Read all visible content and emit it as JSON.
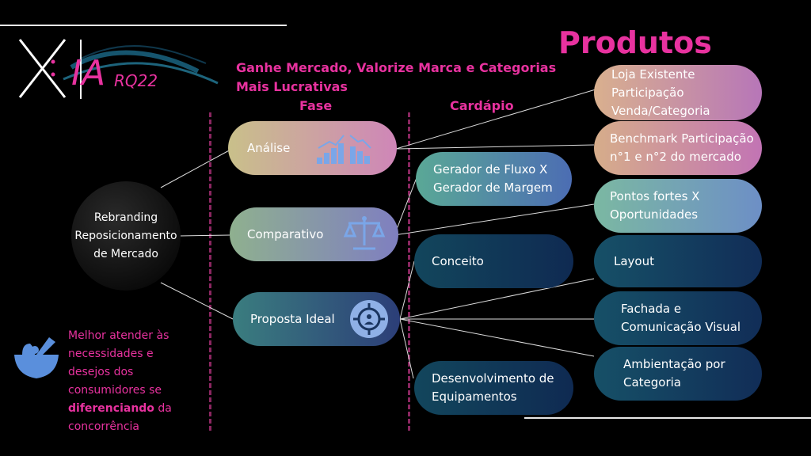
{
  "logo": {
    "text": "IA",
    "sub": "RQ22"
  },
  "title": "Produtos",
  "subtitle": "Ganhe Mercado, Valorize Marca e Categorias\nMais Lucrativas",
  "headers": {
    "fase": "Fase",
    "cardapio": "Cardápio"
  },
  "center": {
    "label": "Rebranding\nReposicionamento\nde Mercado"
  },
  "fases": [
    {
      "label": "Análise",
      "icon": "chart-bars-icon"
    },
    {
      "label": "Comparativo",
      "icon": "balance-scale-icon"
    },
    {
      "label": "Proposta Ideal",
      "icon": "target-user-icon"
    }
  ],
  "cardapio": [
    {
      "label": "Gerador de Fluxo X\nGerador de Margem"
    },
    {
      "label": "Conceito"
    },
    {
      "label": "Desenvolvimento de\nEquipamentos"
    }
  ],
  "produtos": [
    {
      "label": "Loja Existente\nParticipação\nVenda/Categoria"
    },
    {
      "label": "Benchmark Participação\nn°1 e n°2 do mercado"
    },
    {
      "label": "Pontos fortes X\nOportunidades"
    },
    {
      "label": "Layout"
    },
    {
      "label": "Fachada e\nComunicação Visual"
    },
    {
      "label": "Ambientação por\nCategoria"
    }
  ],
  "note": {
    "line1": "Melhor atender às\nnecessidades e\ndesejos dos\nconsumidores se",
    "bold": "diferenciando",
    "line2": " da\nconcorrência",
    "icon": "mortar-bowl-icon"
  },
  "colors": {
    "accent": "#e8329f",
    "dash": "#8a2660"
  }
}
